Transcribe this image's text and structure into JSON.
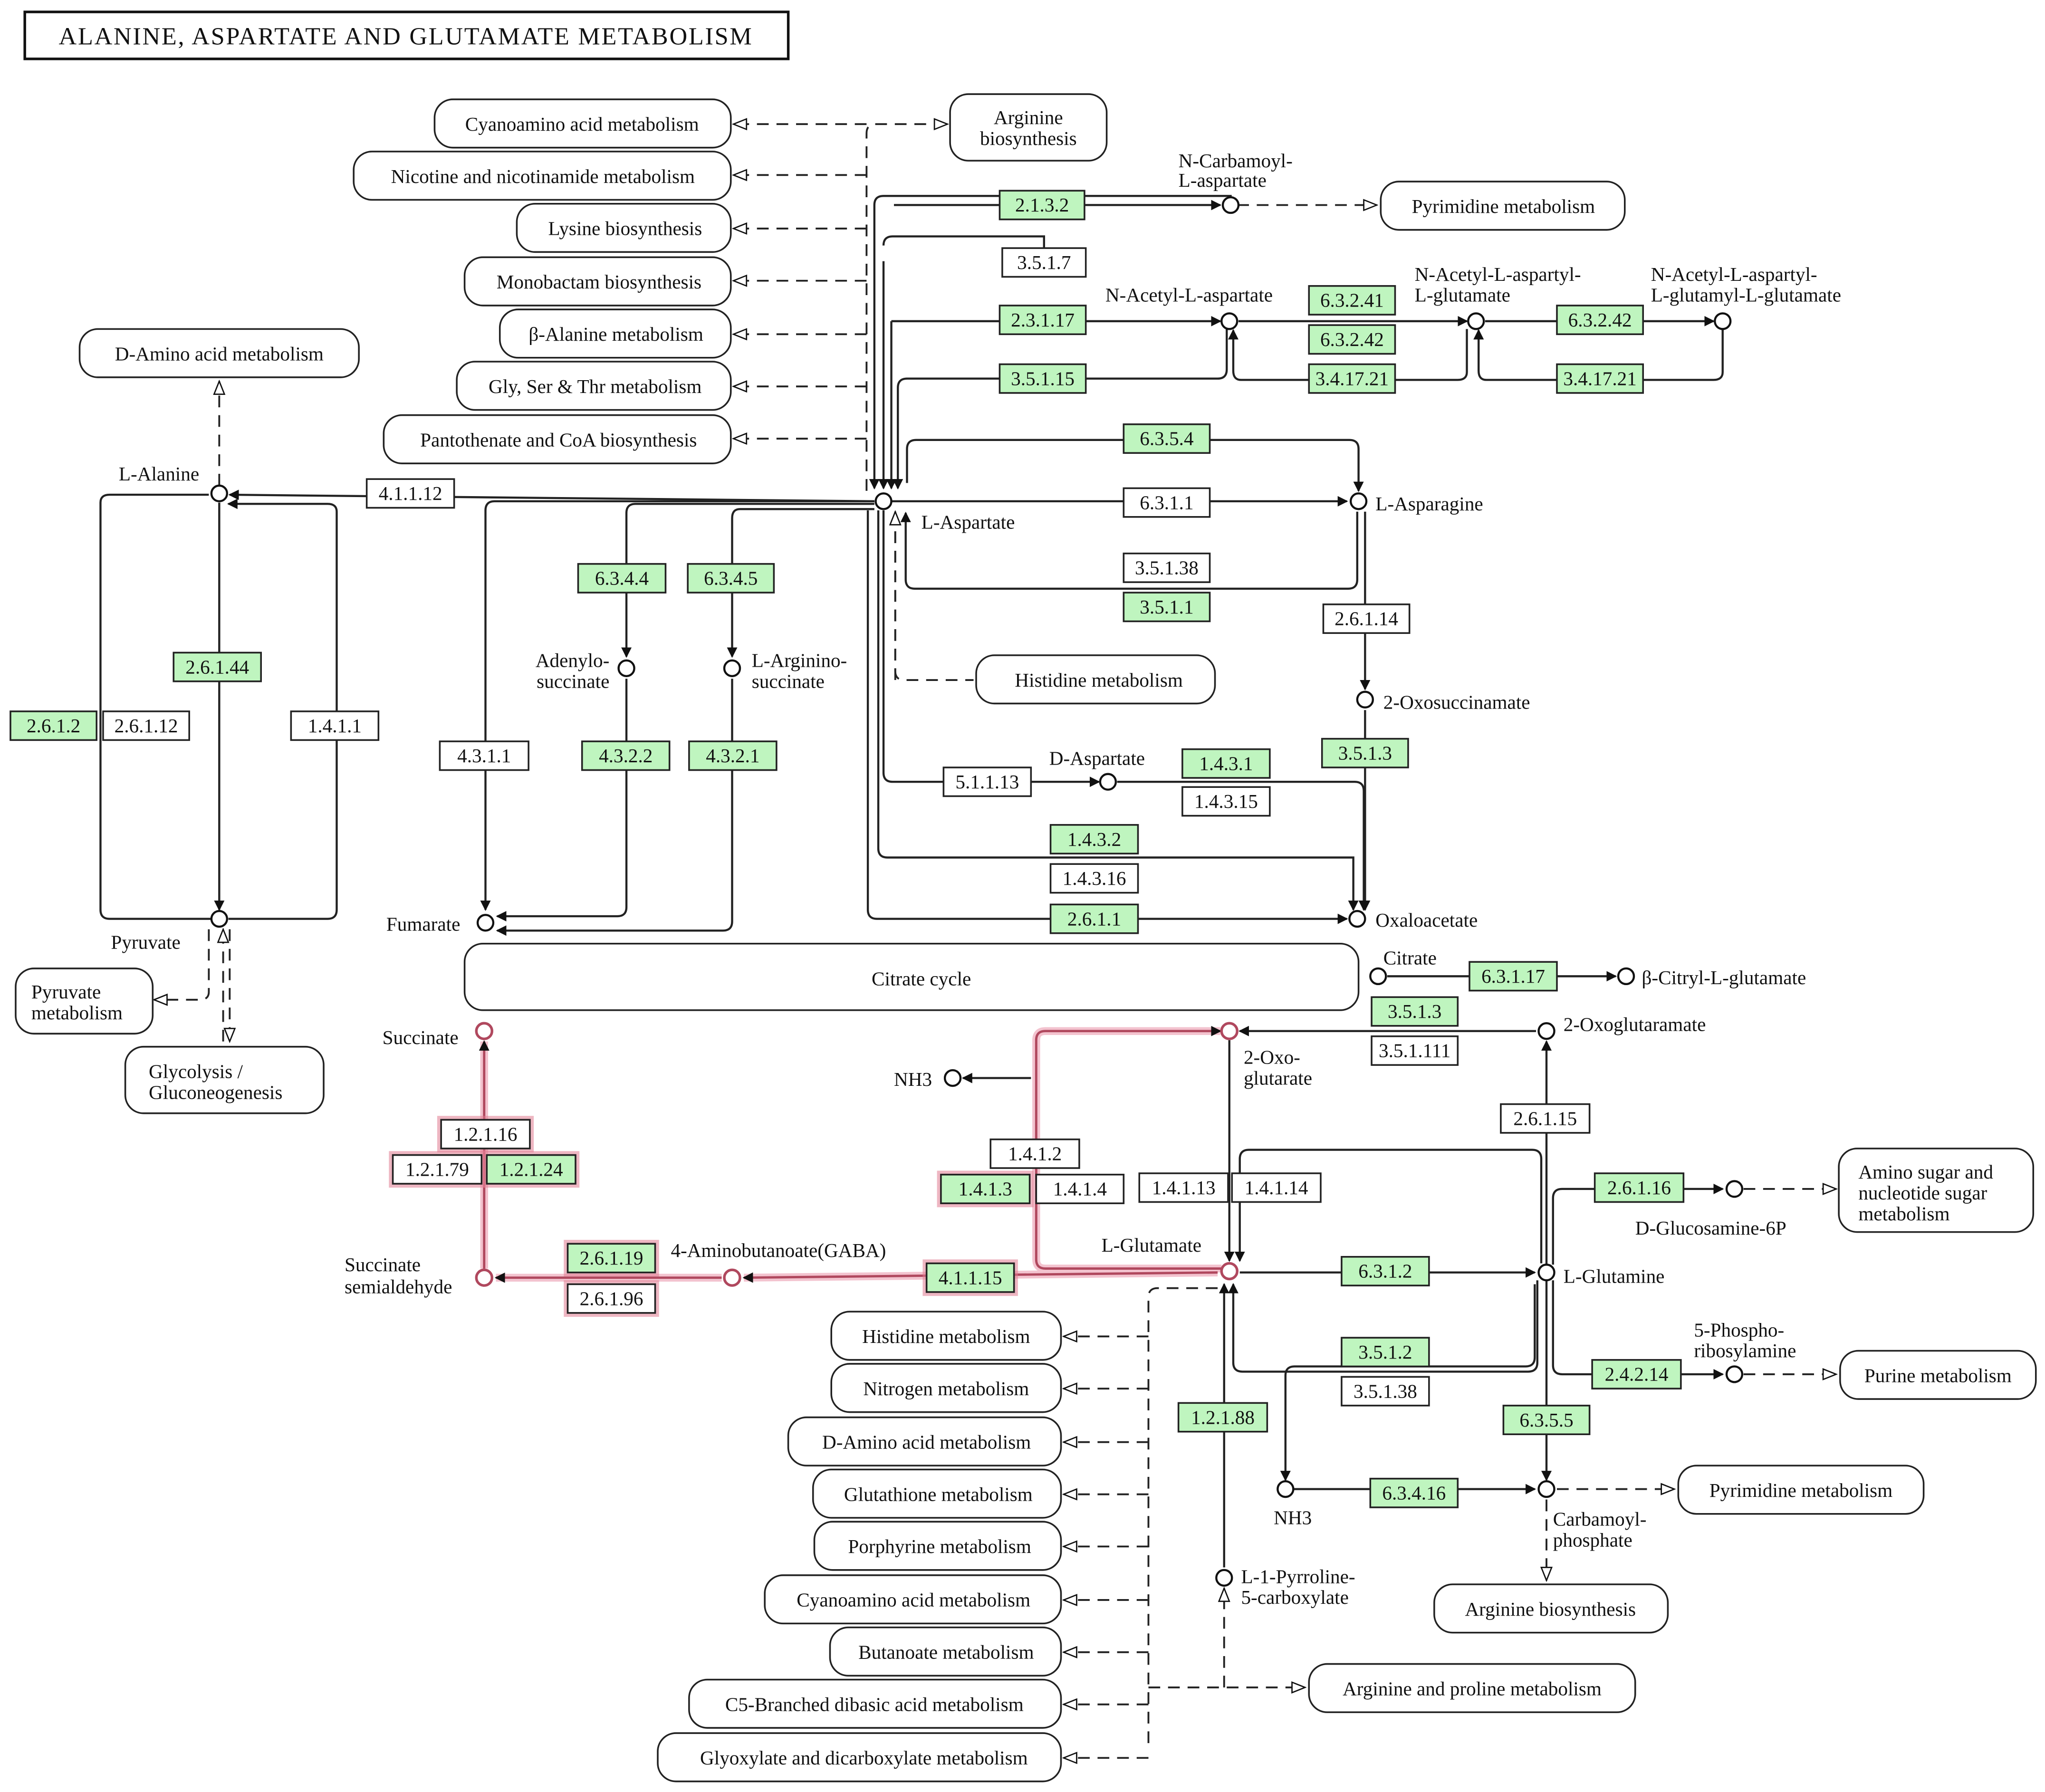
{
  "title": "ALANINE, ASPARTATE AND GLUTAMATE METABOLISM",
  "colors": {
    "enzyme_found": "#bff5bf",
    "enzyme_absent": "#ffffff",
    "highlight": "#e07a90",
    "line": "#222222"
  },
  "compounds": {
    "l_alanine": "L-Alanine",
    "pyruvate": "Pyruvate",
    "l_aspartate": "L-Aspartate",
    "l_asparagine": "L-Asparagine",
    "n_carbamoyl_l_aspartate": [
      "N-Carbamoyl-",
      "L-aspartate"
    ],
    "n_acetyl_l_aspartate": "N-Acetyl-L-aspartate",
    "n_acetyl_l_aspartyl_l_glutamate": [
      "N-Acetyl-L-aspartyl-",
      "L-glutamate"
    ],
    "n_acetyl_l_aspartyl_l_glutamyl_l_glutamate": [
      "N-Acetyl-L-aspartyl-",
      "L-glutamyl-L-glutamate"
    ],
    "adenylosuccinate": [
      "Adenylo-",
      "succinate"
    ],
    "l_argininosuccinate": [
      "L-Arginino-",
      "succinate"
    ],
    "two_oxosuccinamate": "2-Oxosuccinamate",
    "d_aspartate": "D-Aspartate",
    "oxaloacetate": "Oxaloacetate",
    "fumarate": "Fumarate",
    "citrate": "Citrate",
    "beta_citryl_l_glutamate": "β-Citryl-L-glutamate",
    "succinate": "Succinate",
    "two_oxoglutaramate": "2-Oxoglutaramate",
    "two_oxoglutarate": [
      "2-Oxo-",
      "glutarate"
    ],
    "nh3_top": "NH3",
    "gaba": "4-Aminobutanoate(GABA)",
    "succinate_semialdehyde": [
      "Succinate",
      "semialdehyde"
    ],
    "l_glutamate": "L-Glutamate",
    "l_glutamine": "L-Glutamine",
    "d_glucosamine_6p": "D-Glucosamine-6P",
    "five_phosphoribosylamine": [
      "5-Phospho-",
      "ribosylamine"
    ],
    "nh3_bottom": "NH3",
    "carbamoyl_phosphate": [
      "Carbamoyl-",
      "phosphate"
    ],
    "l_1_pyrroline_5_carboxylate": [
      "L-1-Pyrroline-",
      "5-carboxylate"
    ]
  },
  "pathways": {
    "cyanoamino_top": "Cyanoamino acid metabolism",
    "arginine_biosynthesis_top": [
      "Arginine",
      "biosynthesis"
    ],
    "nicotine": "Nicotine and nicotinamide metabolism",
    "lysine": "Lysine biosynthesis",
    "monobactam": "Monobactam biosynthesis",
    "beta_alanine": "β-Alanine metabolism",
    "gly_ser_thr": "Gly, Ser & Thr metabolism",
    "pantothenate": "Pantothenate and CoA biosynthesis",
    "d_amino_top": "D-Amino acid metabolism",
    "pyrimidine_top": "Pyrimidine metabolism",
    "histidine_top": "Histidine metabolism",
    "citrate_cycle": "Citrate cycle",
    "pyruvate_met": [
      "Pyruvate",
      "metabolism"
    ],
    "glycolysis": [
      "Glycolysis /",
      "Gluconeogenesis"
    ],
    "amino_sugar": [
      "Amino sugar and",
      "nucleotide sugar",
      "metabolism"
    ],
    "purine": "Purine metabolism",
    "pyrimidine_bottom": "Pyrimidine metabolism",
    "arginine_biosynthesis_bottom": "Arginine biosynthesis",
    "arginine_proline": "Arginine and proline metabolism",
    "histidine_bottom": "Histidine metabolism",
    "nitrogen": "Nitrogen metabolism",
    "d_amino_bottom": "D-Amino acid metabolism",
    "glutathione": "Glutathione metabolism",
    "porphyrine": "Porphyrine metabolism",
    "cyanoamino_bottom": "Cyanoamino acid metabolism",
    "butanoate": "Butanoate metabolism",
    "c5_branched": "C5-Branched dibasic acid metabolism",
    "glyoxylate": "Glyoxylate and dicarboxylate metabolism"
  },
  "enzymes": {
    "e_2_1_3_2": {
      "label": "2.1.3.2",
      "found": true
    },
    "e_3_5_1_7": {
      "label": "3.5.1.7",
      "found": false
    },
    "e_2_3_1_17": {
      "label": "2.3.1.17",
      "found": true
    },
    "e_6_3_2_41": {
      "label": "6.3.2.41",
      "found": true
    },
    "e_6_3_2_42_a": {
      "label": "6.3.2.42",
      "found": true
    },
    "e_6_3_2_42_b": {
      "label": "6.3.2.42",
      "found": true
    },
    "e_3_4_17_21_a": {
      "label": "3.4.17.21",
      "found": true
    },
    "e_3_4_17_21_b": {
      "label": "3.4.17.21",
      "found": true
    },
    "e_3_5_1_15": {
      "label": "3.5.1.15",
      "found": true
    },
    "e_6_3_5_4": {
      "label": "6.3.5.4",
      "found": true
    },
    "e_4_1_1_12": {
      "label": "4.1.1.12",
      "found": false
    },
    "e_6_3_1_1": {
      "label": "6.3.1.1",
      "found": false
    },
    "e_3_5_1_38_top": {
      "label": "3.5.1.38",
      "found": false
    },
    "e_3_5_1_1": {
      "label": "3.5.1.1",
      "found": true
    },
    "e_6_3_4_4": {
      "label": "6.3.4.4",
      "found": true
    },
    "e_6_3_4_5": {
      "label": "6.3.4.5",
      "found": true
    },
    "e_2_6_1_44": {
      "label": "2.6.1.44",
      "found": true
    },
    "e_2_6_1_2": {
      "label": "2.6.1.2",
      "found": true
    },
    "e_2_6_1_12": {
      "label": "2.6.1.12",
      "found": false
    },
    "e_1_4_1_1": {
      "label": "1.4.1.1",
      "found": false
    },
    "e_2_6_1_14": {
      "label": "2.6.1.14",
      "found": false
    },
    "e_4_3_1_1": {
      "label": "4.3.1.1",
      "found": false
    },
    "e_4_3_2_2": {
      "label": "4.3.2.2",
      "found": true
    },
    "e_4_3_2_1": {
      "label": "4.3.2.1",
      "found": true
    },
    "e_3_5_1_3_top": {
      "label": "3.5.1.3",
      "found": true
    },
    "e_1_4_3_1": {
      "label": "1.4.3.1",
      "found": true
    },
    "e_5_1_1_13": {
      "label": "5.1.1.13",
      "found": false
    },
    "e_1_4_3_15": {
      "label": "1.4.3.15",
      "found": false
    },
    "e_1_4_3_2": {
      "label": "1.4.3.2",
      "found": true
    },
    "e_1_4_3_16": {
      "label": "1.4.3.16",
      "found": false
    },
    "e_2_6_1_1": {
      "label": "2.6.1.1",
      "found": true
    },
    "e_6_3_1_17": {
      "label": "6.3.1.17",
      "found": true
    },
    "e_3_5_1_3_mid": {
      "label": "3.5.1.3",
      "found": true
    },
    "e_3_5_1_111": {
      "label": "3.5.1.111",
      "found": false
    },
    "e_2_6_1_15": {
      "label": "2.6.1.15",
      "found": false
    },
    "e_1_2_1_16": {
      "label": "1.2.1.16",
      "found": false
    },
    "e_1_2_1_79": {
      "label": "1.2.1.79",
      "found": false
    },
    "e_1_2_1_24": {
      "label": "1.2.1.24",
      "found": true
    },
    "e_1_4_1_2": {
      "label": "1.4.1.2",
      "found": false
    },
    "e_1_4_1_3": {
      "label": "1.4.1.3",
      "found": true
    },
    "e_1_4_1_4": {
      "label": "1.4.1.4",
      "found": false
    },
    "e_1_4_1_13": {
      "label": "1.4.1.13",
      "found": false
    },
    "e_1_4_1_14": {
      "label": "1.4.1.14",
      "found": false
    },
    "e_2_6_1_16": {
      "label": "2.6.1.16",
      "found": true
    },
    "e_2_6_1_19": {
      "label": "2.6.1.19",
      "found": true
    },
    "e_2_6_1_96": {
      "label": "2.6.1.96",
      "found": false
    },
    "e_4_1_1_15": {
      "label": "4.1.1.15",
      "found": true
    },
    "e_6_3_1_2": {
      "label": "6.3.1.2",
      "found": true
    },
    "e_3_5_1_2": {
      "label": "3.5.1.2",
      "found": true
    },
    "e_3_5_1_38_bottom": {
      "label": "3.5.1.38",
      "found": false
    },
    "e_2_4_2_14": {
      "label": "2.4.2.14",
      "found": true
    },
    "e_1_2_1_88": {
      "label": "1.2.1.88",
      "found": true
    },
    "e_6_3_5_5": {
      "label": "6.3.5.5",
      "found": true
    },
    "e_6_3_4_16": {
      "label": "6.3.4.16",
      "found": true
    }
  }
}
